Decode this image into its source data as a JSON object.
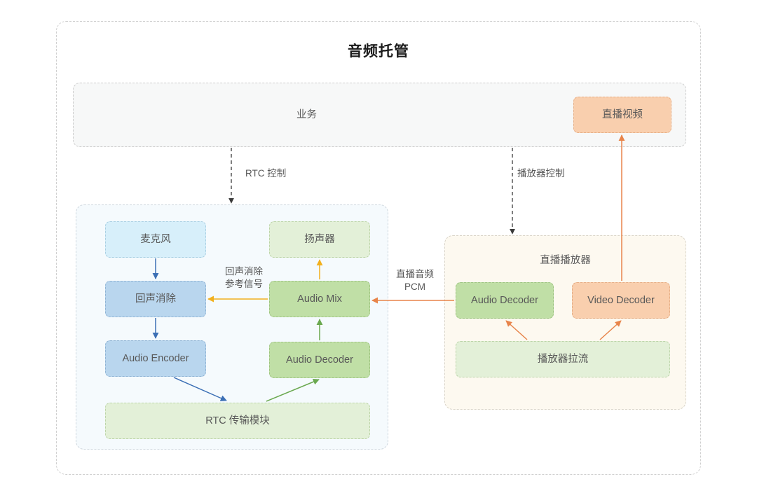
{
  "diagram": {
    "title": "音频托管",
    "business": {
      "label": "业务",
      "live_video_node": "直播视频"
    },
    "control_edges": [
      {
        "name": "rtc-control",
        "label": "RTC 控制"
      },
      {
        "name": "player-control",
        "label": "播放器控制"
      }
    ],
    "rtc_container": {
      "nodes": [
        {
          "id": "microphone",
          "label": "麦克风",
          "color": "#d7effa"
        },
        {
          "id": "echo-cancel",
          "label": "回声消除",
          "color": "#b9d6ee"
        },
        {
          "id": "audio-encoder",
          "label": "Audio Encoder",
          "color": "#b9d6ee"
        },
        {
          "id": "speaker",
          "label": "扬声器",
          "color": "#e3f0d8"
        },
        {
          "id": "audio-mix",
          "label": "Audio Mix",
          "color": "#c0dfa6"
        },
        {
          "id": "audio-decoder",
          "label": "Audio Decoder",
          "color": "#c0dfa6"
        },
        {
          "id": "rtc-transport",
          "label": "RTC 传输模块",
          "color": "#e3f0d8"
        }
      ],
      "edge_labels": [
        {
          "id": "aec-reference",
          "label": "回声消除\n参考信号"
        }
      ]
    },
    "player_container": {
      "title": "直播播放器",
      "nodes": [
        {
          "id": "player-audio-decoder",
          "label": "Audio Decoder",
          "color": "#c0dfa6"
        },
        {
          "id": "player-video-decoder",
          "label": "Video Decoder",
          "color": "#f9cfae"
        },
        {
          "id": "player-pull-stream",
          "label": "播放器拉流",
          "color": "#e3f0d8"
        }
      ]
    },
    "cross_edges": [
      {
        "id": "live-audio-pcm",
        "label": "直播音频\nPCM"
      }
    ],
    "colors": {
      "background": "#ffffff",
      "frame_border": "#cfcfcf",
      "blue_arrow": "#3b6fb5",
      "green_arrow": "#6aa84f",
      "yellow_arrow": "#f2b01e",
      "orange_arrow": "#e8844a",
      "dashed_arrow": "#3a3a3a"
    }
  }
}
